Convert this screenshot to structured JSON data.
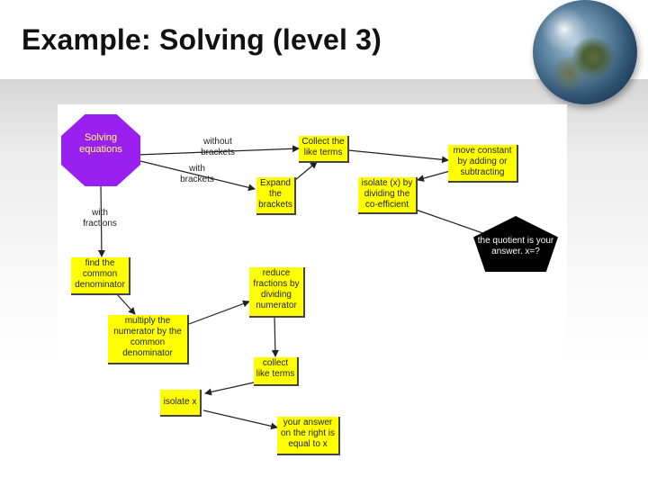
{
  "slide": {
    "title": "Example: Solving (level 3)"
  },
  "diagram": {
    "start": "Solving equations",
    "end": "the quotient is your answer. x=?",
    "nodes": {
      "expand": "Expand the brackets",
      "collect_like_terms": "Collect the like terms",
      "isolate_divide": "isolate (x) by dividing the co-efficient",
      "move_constant": "move constant by adding or subtracting",
      "find_common": "find the common denominator",
      "reduce_fractions": "reduce fractions by dividing numerator",
      "multiply_numerator": "multiply the numerator by the common denominator",
      "collect_like_terms_2": "collect like terms",
      "isolate_x": "isolate x",
      "answer_right": "your answer on the right is equal to x"
    },
    "edge_labels": {
      "without_brackets": "without brackets",
      "with_brackets": "with brackets",
      "with_fractions": "with fractions"
    }
  }
}
